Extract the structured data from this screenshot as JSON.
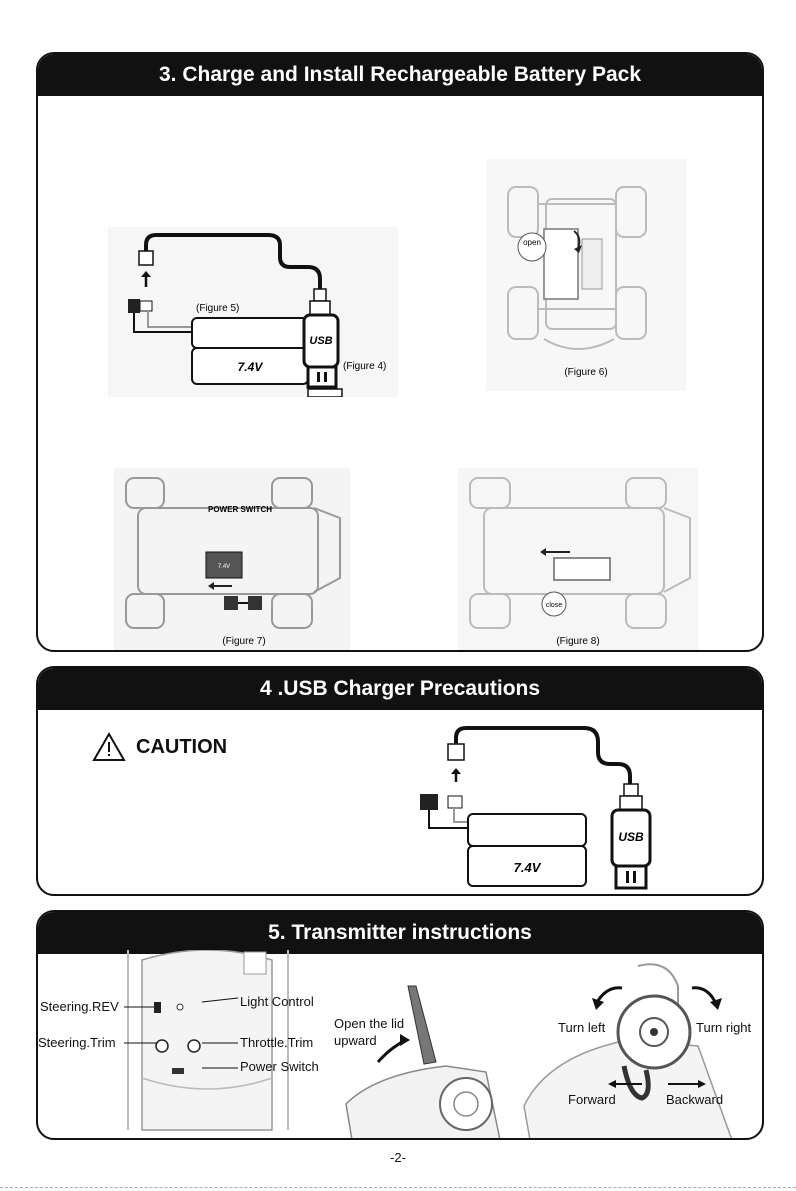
{
  "sections": {
    "charge": {
      "title": "3. Charge and Install Rechargeable Battery Pack",
      "figures": {
        "fig5": "(Figure 5)",
        "fig4": "(Figure 4)",
        "fig6": "(Figure 6)",
        "fig7": "(Figure 7)",
        "fig8": "(Figure 8)"
      },
      "power_switch_label": "POWER SWITCH",
      "battery_voltage": "7.4V",
      "usb_label": "USB",
      "open_label": "open",
      "close_label": "close"
    },
    "usb": {
      "title": "4 .USB Charger Precautions",
      "caution": "CAUTION",
      "battery_voltage": "7.4V",
      "usb_label": "USB"
    },
    "transmitter": {
      "title": "5. Transmitter instructions",
      "callouts": {
        "steering_rev": "Steering.REV",
        "light_control": "Light Control",
        "steering_trim": "Steering.Trim",
        "throttle_trim": "Throttle.Trim",
        "power_switch": "Power Switch",
        "open_lid_line1": "Open the lid",
        "open_lid_line2": "upward",
        "turn_left": "Turn left",
        "turn_right": "Turn right",
        "forward": "Forward",
        "backward": "Backward"
      }
    }
  },
  "page_number": "-2-"
}
